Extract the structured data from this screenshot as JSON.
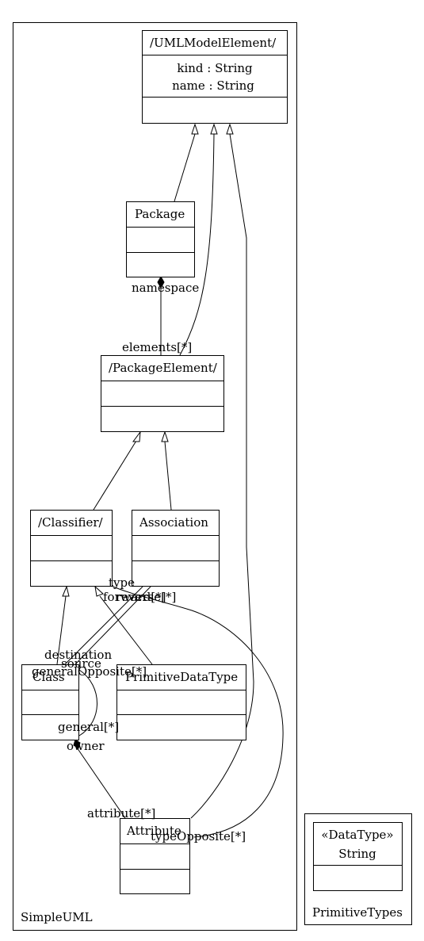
{
  "packages": [
    {
      "name": "SimpleUML"
    },
    {
      "name": "PrimitiveTypes"
    }
  ],
  "classes": {
    "uml_model_element": {
      "name": "/UMLModelElement/",
      "attributes": [
        "kind : String",
        "name : String"
      ]
    },
    "package": {
      "name": "Package"
    },
    "package_element": {
      "name": "/PackageElement/"
    },
    "classifier": {
      "name": "/Classifier/"
    },
    "association": {
      "name": "Association"
    },
    "class": {
      "name": "Class"
    },
    "primitive_data_type": {
      "name": "PrimitiveDataType"
    },
    "attribute": {
      "name": "Attribute"
    },
    "string": {
      "stereotype": "«DataType»",
      "name": "String"
    }
  },
  "role_labels": {
    "namespace": "namespace",
    "elements": "elements[*]",
    "type": "type",
    "forward": "forward[*]",
    "reverse": "reverse[*]",
    "destination": "destination",
    "source": "source",
    "general_opposite": "generalOpposite[*]",
    "general": "general[*]",
    "owner": "owner",
    "attribute": "attribute[*]",
    "type_opposite": "typeOpposite[*]"
  }
}
